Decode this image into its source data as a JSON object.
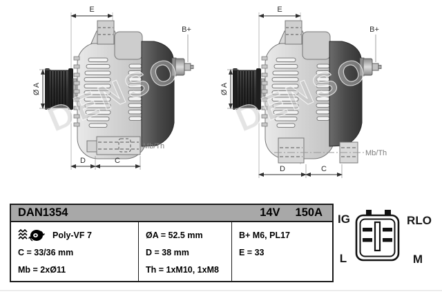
{
  "header": {
    "code": "DAN1354",
    "voltage": "14V",
    "amperage": "150A"
  },
  "drawing": {
    "e": "E",
    "b_plus": "B+",
    "dia_a": "Ø A",
    "d": "D",
    "c": "C",
    "mb_th": "Mb/Th",
    "watermark": "DENSO"
  },
  "specs": {
    "belt_type": "Poly-VF 7",
    "pulley_diameter": "ØA = 52.5 mm",
    "b_terminal": "B+ M6, PL17",
    "c_dim": "C = 33/36 mm",
    "d_dim": "D = 38 mm",
    "e_dim": "E = 33",
    "mounting": "Mb = 2xØ11",
    "thread": "Th = 1xM10, 1xM8"
  },
  "connector": {
    "top_left": "IG",
    "top_right": "RLO",
    "bottom_left": "L",
    "bottom_right": "M"
  },
  "colors": {
    "header_bg": "#a8a8a8",
    "table_border": "#1a1a1a",
    "body_gray": "#d2d2d2",
    "rear_cover": "#4a4a4a",
    "dimension_text": "#2e2e2e",
    "muted_text": "#7d7d7d"
  }
}
